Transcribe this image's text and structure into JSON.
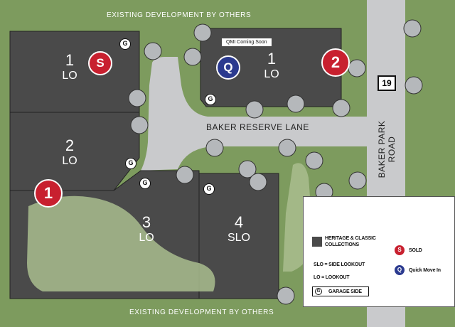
{
  "edges": {
    "top": "EXISTING DEVELOPMENT BY OTHERS",
    "bottom": "EXISTING DEVELOPMENT BY OTHERS"
  },
  "streets": {
    "baker_reserve_lane": "BAKER RESERVE LANE",
    "baker_park_road": "BAKER PARK ROAD"
  },
  "route_marker": "19",
  "lots": [
    {
      "number": "1",
      "type": "LO"
    },
    {
      "number": "2",
      "type": "LO"
    },
    {
      "number": "3",
      "type": "LO"
    },
    {
      "number": "4",
      "type": "SLO"
    },
    {
      "number": "1",
      "type": "LO"
    }
  ],
  "badges": {
    "sold": "S",
    "quick_move_in": "Q",
    "phase_1": "1",
    "phase_2": "2",
    "garage": "G"
  },
  "chip": "QMI Coming Soon",
  "legend": {
    "collections": "HERITAGE & CLASSIC COLLECTIONS",
    "slo": "SLO = SIDE LOOKOUT",
    "lo": "LO = LOOKOUT",
    "garage_side": "GARAGE SIDE",
    "sold": "SOLD",
    "quick_move_in": "Quick Move In"
  },
  "colors": {
    "grass": "#7d9b5e",
    "lot": "#4a4a4a",
    "road": "#c9cacc",
    "open_space": "#a9bd8e",
    "sold_red": "#c8202f",
    "qmi_blue": "#2b3a8f",
    "tree": "#b5b8bb"
  }
}
